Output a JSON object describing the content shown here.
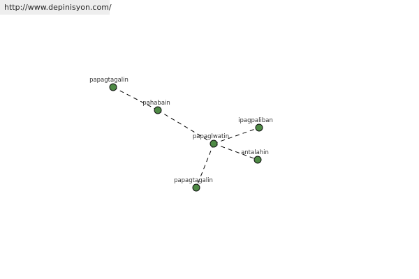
{
  "header": {
    "url": "http://www.depinisyon.com/"
  },
  "graph": {
    "nodes": [
      {
        "id": "n1",
        "label": "papagtagalin"
      },
      {
        "id": "n2",
        "label": "pahabain"
      },
      {
        "id": "n3",
        "label": "papaglwatin"
      },
      {
        "id": "n4",
        "label": "ipagpaliban"
      },
      {
        "id": "n5",
        "label": "antalahin"
      },
      {
        "id": "n6",
        "label": "papagtagalin"
      }
    ],
    "edges": [
      [
        "n1",
        "n2"
      ],
      [
        "n2",
        "n3"
      ],
      [
        "n3",
        "n4"
      ],
      [
        "n3",
        "n5"
      ],
      [
        "n3",
        "n6"
      ]
    ],
    "node_color": "#4e8a45"
  }
}
